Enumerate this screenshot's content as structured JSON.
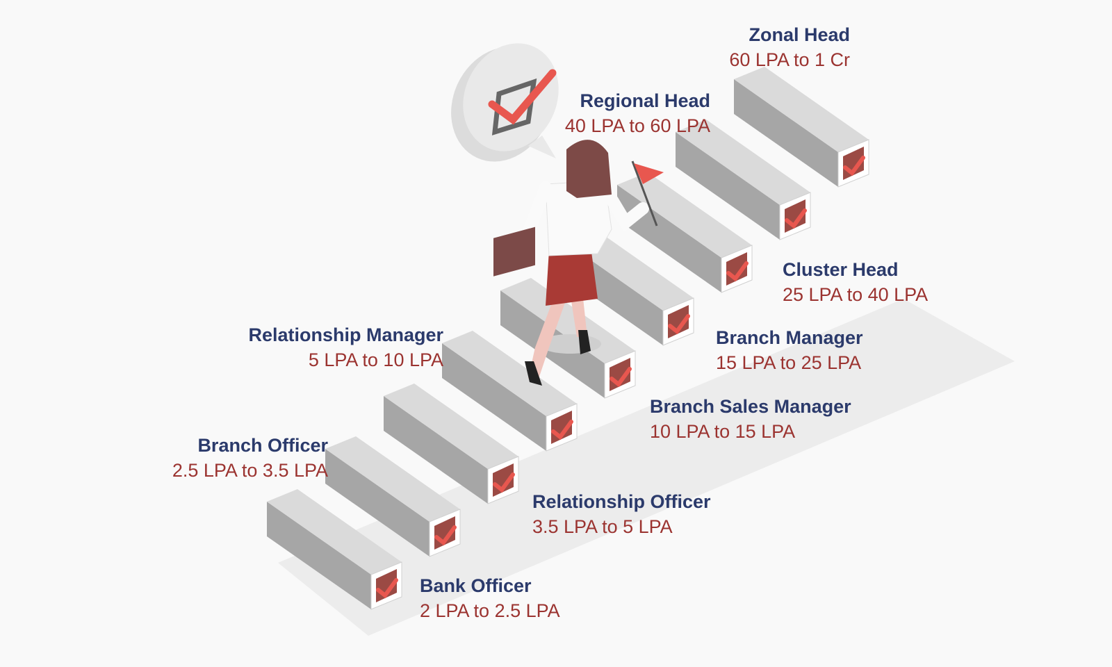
{
  "colors": {
    "title": "#2b3a6b",
    "salary": "#9b3330",
    "accent": "#e8574f",
    "background": "#f9f9f9"
  },
  "icons": [
    "checkbox-speech-bubble-icon",
    "woman-climbing-icon",
    "flag-icon",
    "briefcase-icon",
    "check-icon"
  ],
  "levels": [
    {
      "title": "Bank Officer",
      "salary": "2 LPA to 2.5 LPA"
    },
    {
      "title": "Branch Officer",
      "salary": "2.5 LPA to 3.5 LPA"
    },
    {
      "title": "Relationship Officer",
      "salary": "3.5 LPA to 5 LPA"
    },
    {
      "title": "Relationship Manager",
      "salary": "5 LPA to 10 LPA"
    },
    {
      "title": "Branch Sales Manager",
      "salary": "10 LPA to 15 LPA"
    },
    {
      "title": "Branch Manager",
      "salary": "15 LPA to 25 LPA"
    },
    {
      "title": "Cluster Head",
      "salary": "25 LPA to 40 LPA"
    },
    {
      "title": "Regional Head",
      "salary": "40 LPA to 60 LPA"
    },
    {
      "title": "Zonal Head",
      "salary": "60 LPA to 1 Cr"
    }
  ]
}
